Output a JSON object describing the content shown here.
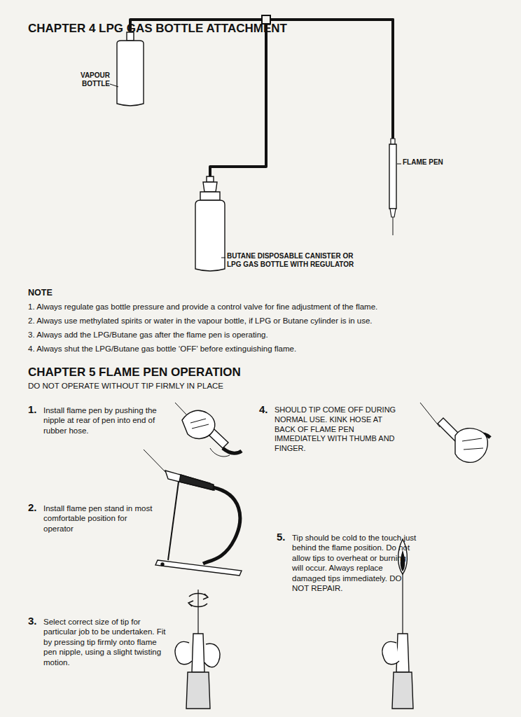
{
  "diagram": {
    "title": "CHAPTER 4 LPG GAS BOTTLE ATTACHMENT",
    "nodes": [
      {
        "text": [
          "VAPOUR BOTTLE"
        ]
      },
      {
        "text": [
          "FLAME PEN"
        ]
      },
      {
        "text": [
          "BUTANE DISPOSABLE CANISTER OR LPG GAS BOTTLE WITH REGULATOR"
        ]
      }
    ],
    "edges": [
      {
        "from": 0,
        "to": 1,
        "arrow": "none"
      },
      {
        "from": 2,
        "to": 1,
        "arrow": "none"
      }
    ],
    "labels": [
      "NOTE",
      "1. Always regulate gas bottle pressure and provide a control valve for fine adjustment of the flame.",
      "2. Always use methylated spirits or water in the vapour bottle, if LPG or Butane cylinder is in use.",
      "3. Always add the LPG/Butane gas after the flame pen is operating.",
      "4. Always shut the LPG/Butane gas bottle ‘OFF’ before extinguishing flame.",
      "CHAPTER 5 FLAME PEN OPERATION",
      "DO NOT OPERATE WITHOUT TIP FIRMLY IN PLACE",
      "1.",
      "Install flame pen by pushing the nipple at rear of pen into end of rubber hose.",
      "2.",
      "Install flame pen stand in most comfortable position for operator",
      "3.",
      "Select correct size of tip for particular job to be undertaken. Fit by pressing tip firmly onto flame pen nipple, using a slight twisting motion.",
      "4.",
      "SHOULD TIP COME OFF DURING NORMAL USE. KINK HOSE AT BACK OF FLAME PEN IMMEDIATELY WITH THUMB AND FINGER.",
      "5.",
      "Tip should be cold to the touch just behind the flame position. Do not allow tips to overheat or burning will occur. Always replace damaged tips immediately. DO NOT REPAIR."
    ]
  }
}
